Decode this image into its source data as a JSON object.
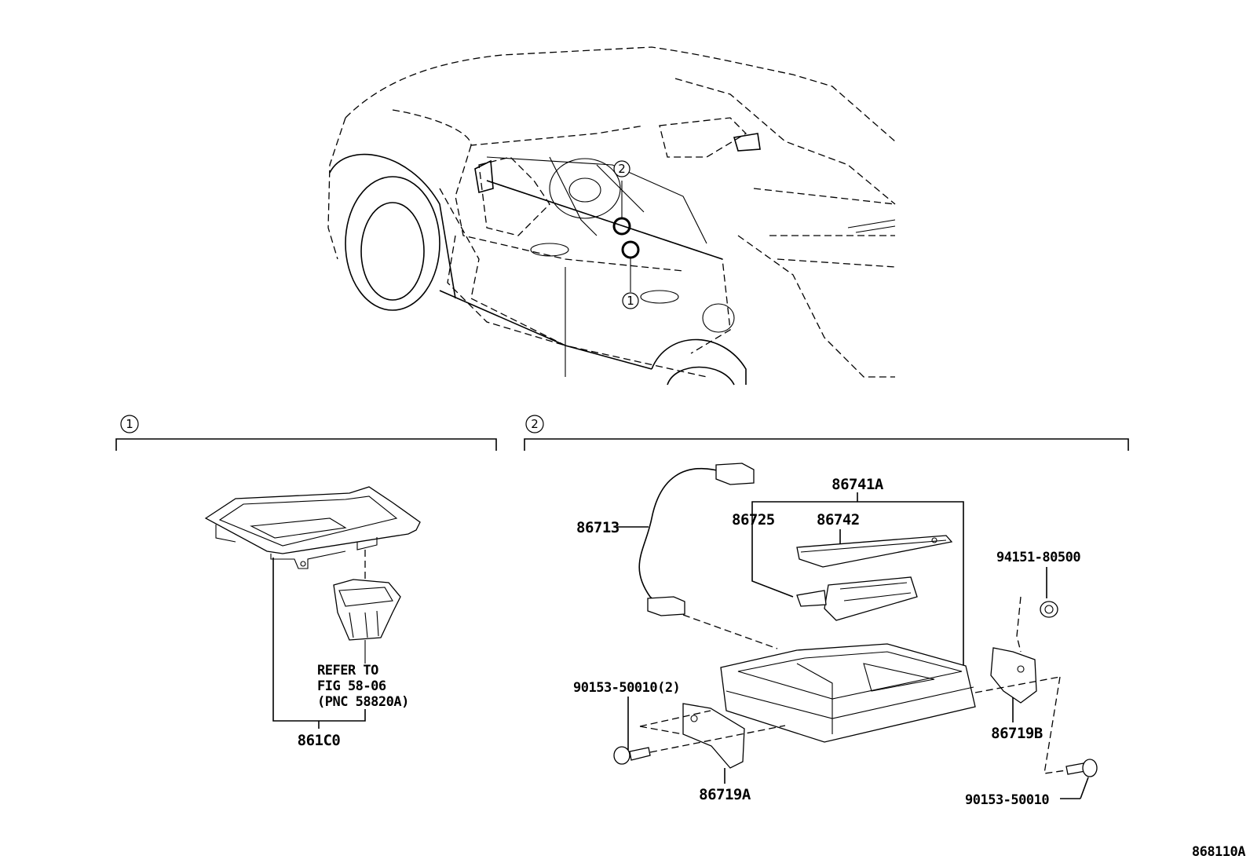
{
  "diagram_id": "868110A",
  "callouts": [
    {
      "number": "1"
    },
    {
      "number": "2"
    }
  ],
  "section1": {
    "number": "1",
    "part_label": "861C0",
    "refer_text": [
      "REFER TO",
      "FIG 58-06",
      "(PNC 58820A)"
    ]
  },
  "section2": {
    "number": "2",
    "parts": {
      "p86713": "86713",
      "p86741A": "86741A",
      "p86725": "86725",
      "p86742": "86742",
      "p94151": "94151-80500",
      "p90153_2": "90153-50010(2)",
      "p86719B": "86719B",
      "p86719A": "86719A",
      "p90153": "90153-50010"
    }
  }
}
